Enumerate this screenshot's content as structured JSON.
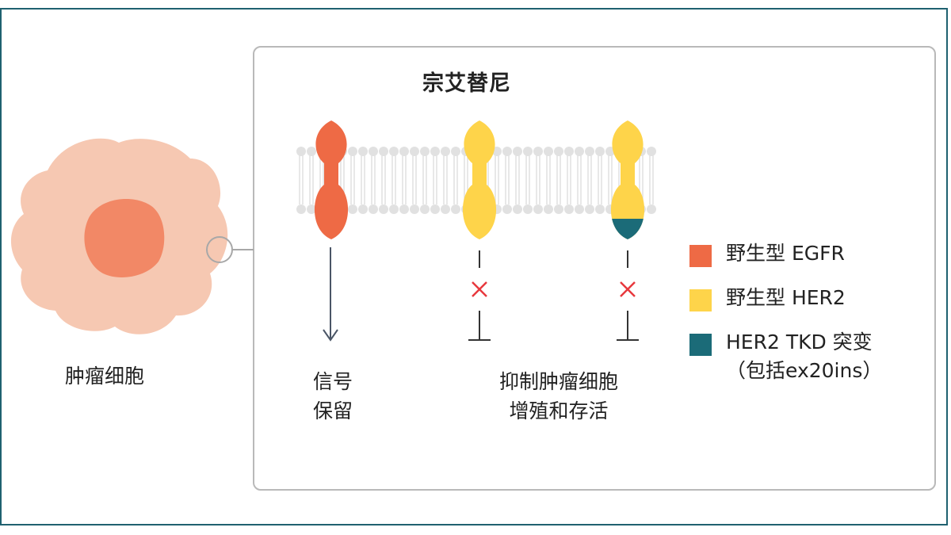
{
  "title": "宗艾替尼",
  "cell_label": "肿瘤细胞",
  "outcomes": {
    "egfr_line1": "信号",
    "egfr_line2": "保留",
    "her2_line1": "抑制肿瘤细胞",
    "her2_line2": "增殖和存活"
  },
  "legend": [
    {
      "label": "野生型 EGFR",
      "color": "#ee6a45"
    },
    {
      "label": "野生型 HER2",
      "color": "#fed44a"
    },
    {
      "label": "HER2 TKD 突变",
      "sub": "（包括ex20ins）",
      "color": "#1b6b78"
    }
  ],
  "colors": {
    "frame": "#1f6170",
    "cell_body": "#f6c8b2",
    "nucleus": "#f28866",
    "membrane": "#e1e1e1",
    "inhibit_x": "#e8383d",
    "arrow": "#4a5566"
  }
}
